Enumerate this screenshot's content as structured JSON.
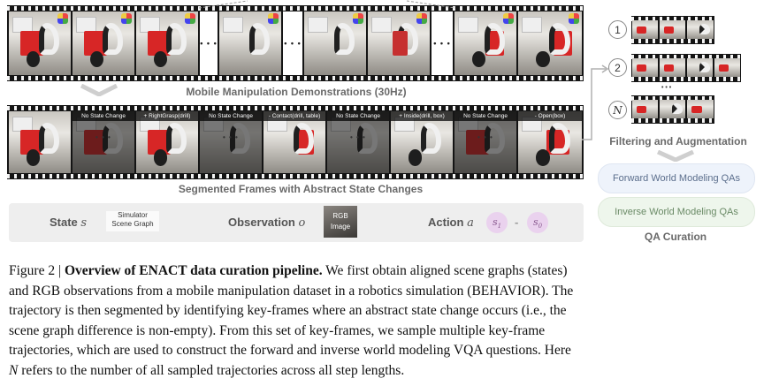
{
  "demonstrations_label": "Mobile Manipulation Demonstrations (30Hz)",
  "segmented_label": "Segmented Frames with Abstract State Changes",
  "ellipsis": "• • •",
  "segment_tags": [
    "No State Change",
    "+ RightGrasp(drill)",
    "No State Change",
    "- Contact(drill, table)",
    "No State Change",
    "+ Inside(drill, box)",
    "No State Change",
    "- Open(box)"
  ],
  "legend": {
    "state_label": "State",
    "state_var": "s",
    "state_box": [
      "Simulator",
      "Scene Graph"
    ],
    "observation_label": "Observation",
    "observation_var": "o",
    "observation_box": [
      "RGB",
      "Image"
    ],
    "action_label": "Action",
    "action_var": "a",
    "action_s1": "s",
    "action_s1_sub": "1",
    "action_minus": "-",
    "action_s0": "s",
    "action_s0_sub": "0"
  },
  "right_panel": {
    "traj_labels": [
      "1",
      "2",
      "N"
    ],
    "vertical_dots": "• • •",
    "filtering_label": "Filtering and Augmentation",
    "qa_forward": "Forward World Modeling QAs",
    "qa_inverse": "Inverse World Modeling QAs",
    "qa_curation_label": "QA Curation"
  },
  "figure_caption": {
    "label": "Figure 2 |",
    "bold_title": "Overview of ENACT data curation pipeline.",
    "line1_rest": " We first obtain aligned scene graphs (states)",
    "line2": "and RGB observations from a mobile manipulation dataset in a robotics simulation (BEHAVIOR). The",
    "line3": "trajectory is then segmented by identifying key-frames where an abstract state change occurs (i.e., the",
    "line4": "scene graph difference is non-empty).  From this set of key-frames, we sample multiple key-frame",
    "line5": "trajectories, which are used to construct the forward and inverse world modeling VQA questions. Here",
    "line6_var": "N",
    "line6_rest": " refers to the number of all sampled trajectories across all step lengths."
  },
  "colors": {
    "qa_forward_bg": "#eef3fb",
    "qa_forward_text": "#5b6e8c",
    "qa_inverse_bg": "#eef6ec",
    "qa_inverse_text": "#6a8a66",
    "variable_circle": "#ead2ee"
  }
}
